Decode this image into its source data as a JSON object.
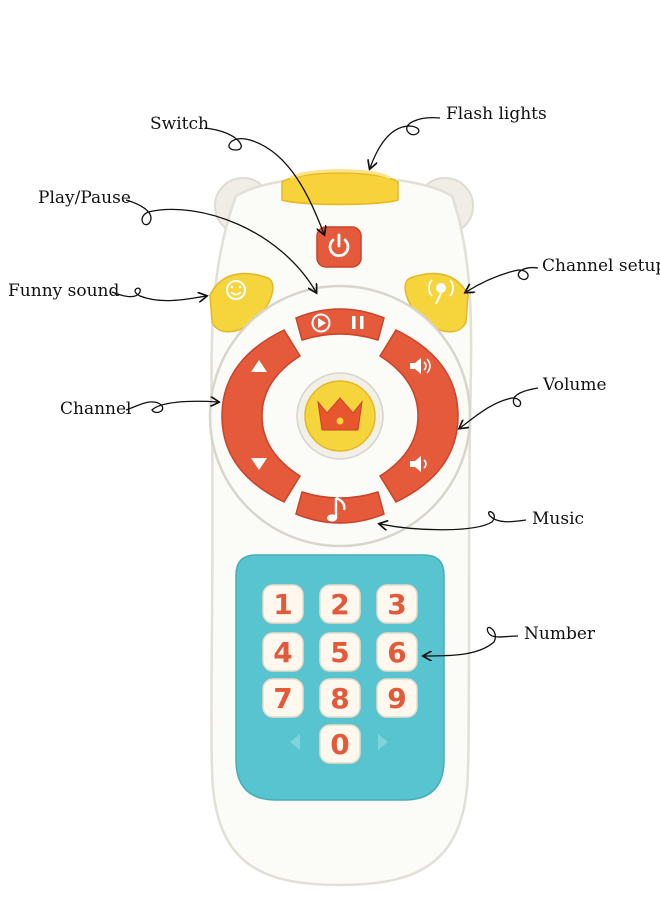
{
  "labels": {
    "switch": "Switch",
    "flash_lights": "Flash lights",
    "play_pause": "Play/Pause",
    "channel_setup": "Channel setup",
    "funny_sound": "Funny sound",
    "volume": "Volume",
    "channel": "Channel",
    "music": "Music",
    "number": "Number"
  },
  "keypad": {
    "keys": [
      "1",
      "2",
      "3",
      "4",
      "5",
      "6",
      "7",
      "8",
      "9",
      "0"
    ]
  },
  "colors": {
    "body": "#fbfbf7",
    "body_shadow": "#e6e4dc",
    "flash_yellow": "#f7d23a",
    "orange_red": "#e65a3c",
    "yellow_button": "#f6d43c",
    "keypad_teal": "#58c4cf",
    "key_face": "#fff8ee",
    "digit": "#e25a3a"
  },
  "icons": {
    "power": "power-icon",
    "play": "play-icon",
    "pause": "pause-icon",
    "smiley": "smiley-icon",
    "radio": "radio-icon",
    "crown": "crown-icon",
    "music_note": "music-note-icon",
    "speaker": "speaker-icon",
    "up_arrow": "up-arrow-icon",
    "down_arrow": "down-arrow-icon"
  }
}
